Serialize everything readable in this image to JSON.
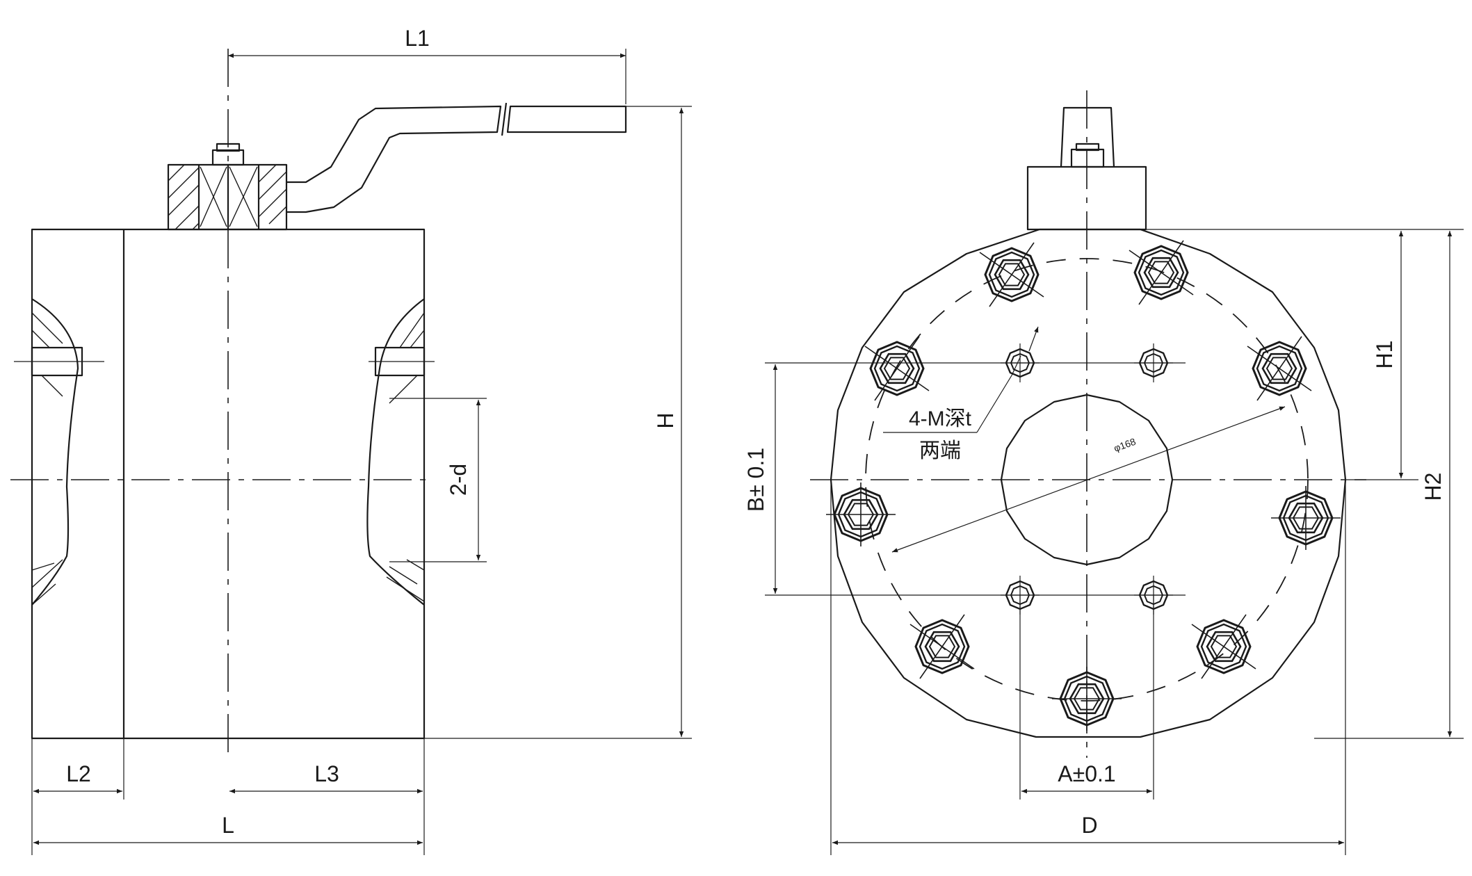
{
  "side_view": {
    "labels": {
      "L1": "L1",
      "H": "H",
      "2d": "2-d",
      "L2": "L2",
      "L3": "L3",
      "L": "L"
    }
  },
  "front_view": {
    "labels": {
      "H1": "H1",
      "H2": "H2",
      "B": "B± 0.1",
      "A": "A±0.1",
      "D": "D",
      "bore": "φ168",
      "thread_callout": "4-M深t",
      "thread_callout_sub": "两端"
    }
  },
  "colors": {
    "line": "#1a1a1a",
    "background": "#ffffff"
  }
}
